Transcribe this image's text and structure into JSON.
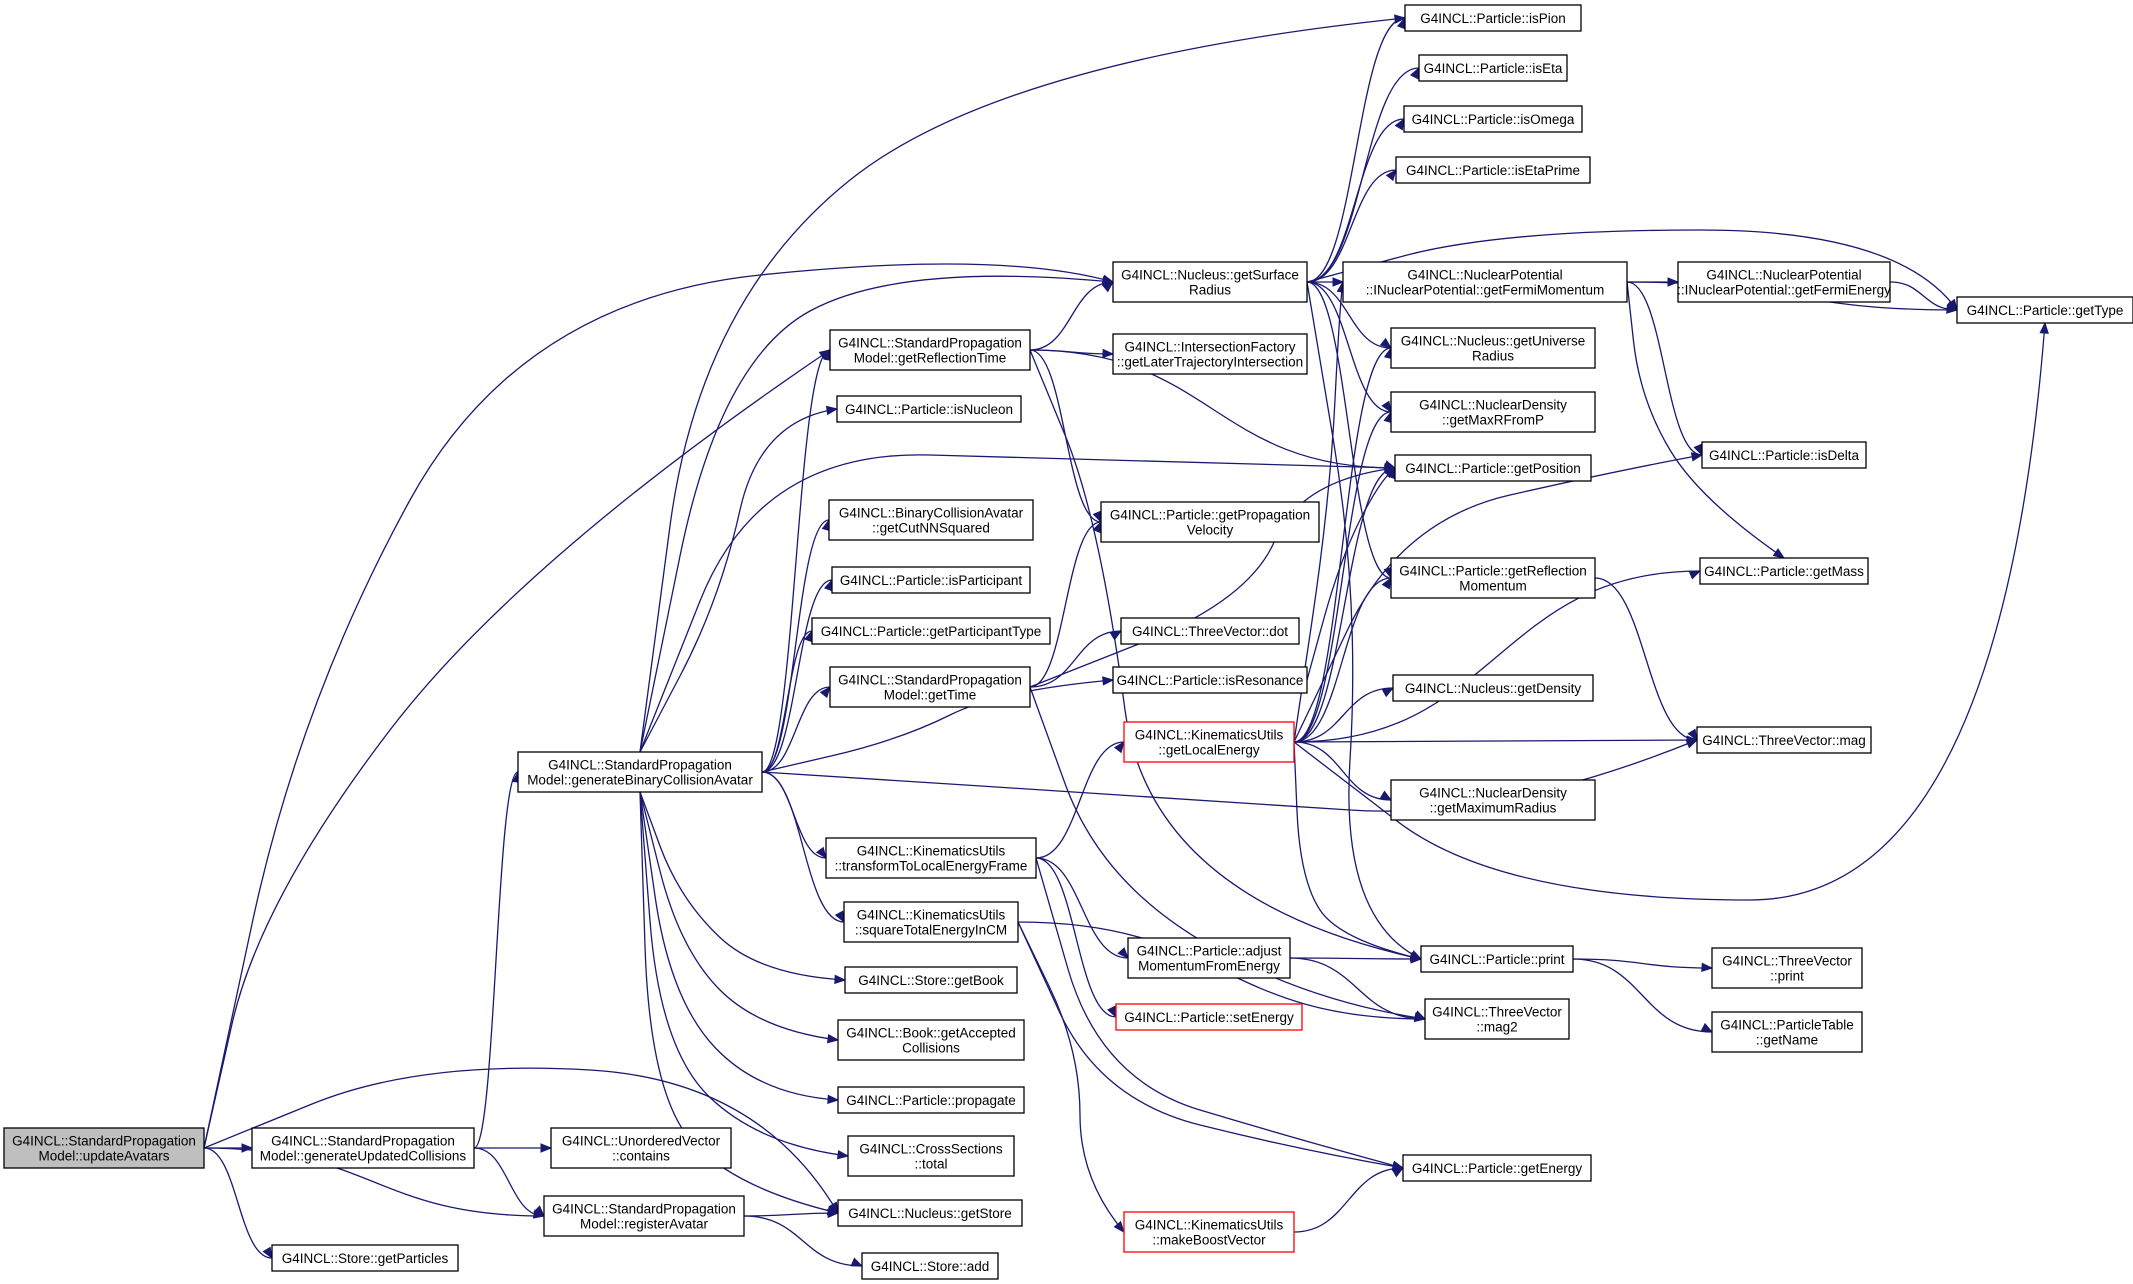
{
  "graph": {
    "colors": {
      "edge": "#191970",
      "node_border": "#000000",
      "truncated_border": "#ff0000",
      "root_fill": "#bfbfbf",
      "background": "#ffffff"
    },
    "nodes": [
      {
        "id": "root",
        "lines": [
          "G4INCL::StandardPropagation",
          "Model::updateAvatars"
        ],
        "root": true
      },
      {
        "id": "genUpd",
        "lines": [
          "G4INCL::StandardPropagation",
          "Model::generateUpdatedCollisions"
        ]
      },
      {
        "id": "getParticles",
        "lines": [
          "G4INCL::Store::getParticles"
        ]
      },
      {
        "id": "genBin",
        "lines": [
          "G4INCL::StandardPropagation",
          "Model::generateBinaryCollisionAvatar"
        ]
      },
      {
        "id": "uvContains",
        "lines": [
          "G4INCL::UnorderedVector",
          "::contains"
        ]
      },
      {
        "id": "regAvatar",
        "lines": [
          "G4INCL::StandardPropagation",
          "Model::registerAvatar"
        ]
      },
      {
        "id": "nucGetStore",
        "lines": [
          "G4INCL::Nucleus::getStore"
        ]
      },
      {
        "id": "storeAdd",
        "lines": [
          "G4INCL::Store::add"
        ]
      },
      {
        "id": "getReflTime",
        "lines": [
          "G4INCL::StandardPropagation",
          "Model::getReflectionTime"
        ]
      },
      {
        "id": "isNucleon",
        "lines": [
          "G4INCL::Particle::isNucleon"
        ]
      },
      {
        "id": "getCutNN",
        "lines": [
          "G4INCL::BinaryCollisionAvatar",
          "::getCutNNSquared"
        ]
      },
      {
        "id": "isParticipant",
        "lines": [
          "G4INCL::Particle::isParticipant"
        ]
      },
      {
        "id": "getPartType",
        "lines": [
          "G4INCL::Particle::getParticipantType"
        ]
      },
      {
        "id": "getTime",
        "lines": [
          "G4INCL::StandardPropagation",
          "Model::getTime"
        ]
      },
      {
        "id": "transformLocal",
        "lines": [
          "G4INCL::KinematicsUtils",
          "::transformToLocalEnergyFrame"
        ]
      },
      {
        "id": "squareTotal",
        "lines": [
          "G4INCL::KinematicsUtils",
          "::squareTotalEnergyInCM"
        ]
      },
      {
        "id": "storeGetBook",
        "lines": [
          "G4INCL::Store::getBook"
        ]
      },
      {
        "id": "bookAccepted",
        "lines": [
          "G4INCL::Book::getAccepted",
          "Collisions"
        ]
      },
      {
        "id": "propagate",
        "lines": [
          "G4INCL::Particle::propagate"
        ]
      },
      {
        "id": "csTotal",
        "lines": [
          "G4INCL::CrossSections",
          "::total"
        ]
      },
      {
        "id": "nucSurface",
        "lines": [
          "G4INCL::Nucleus::getSurface",
          "Radius"
        ]
      },
      {
        "id": "laterTraj",
        "lines": [
          "G4INCL::IntersectionFactory",
          "::getLaterTrajectoryIntersection"
        ]
      },
      {
        "id": "propVel",
        "lines": [
          "G4INCL::Particle::getPropagation",
          "Velocity"
        ]
      },
      {
        "id": "tvDot",
        "lines": [
          "G4INCL::ThreeVector::dot"
        ]
      },
      {
        "id": "isResonance",
        "lines": [
          "G4INCL::Particle::isResonance"
        ]
      },
      {
        "id": "getLocalEnergy",
        "lines": [
          "G4INCL::KinematicsUtils",
          "::getLocalEnergy"
        ],
        "truncated": true
      },
      {
        "id": "adjustMom",
        "lines": [
          "G4INCL::Particle::adjust",
          "MomentumFromEnergy"
        ]
      },
      {
        "id": "setEnergy",
        "lines": [
          "G4INCL::Particle::setEnergy"
        ],
        "truncated": true
      },
      {
        "id": "boostVec",
        "lines": [
          "G4INCL::KinematicsUtils",
          "::makeBoostVector"
        ],
        "truncated": true
      },
      {
        "id": "isPion",
        "lines": [
          "G4INCL::Particle::isPion"
        ]
      },
      {
        "id": "isEta",
        "lines": [
          "G4INCL::Particle::isEta"
        ]
      },
      {
        "id": "isOmega",
        "lines": [
          "G4INCL::Particle::isOmega"
        ]
      },
      {
        "id": "isEtaPrime",
        "lines": [
          "G4INCL::Particle::isEtaPrime"
        ]
      },
      {
        "id": "fermiMom",
        "lines": [
          "G4INCL::NuclearPotential",
          "::INuclearPotential::getFermiMomentum"
        ]
      },
      {
        "id": "univRadius",
        "lines": [
          "G4INCL::Nucleus::getUniverse",
          "Radius"
        ]
      },
      {
        "id": "maxRFromP",
        "lines": [
          "G4INCL::NuclearDensity",
          "::getMaxRFromP"
        ]
      },
      {
        "id": "getPosition",
        "lines": [
          "G4INCL::Particle::getPosition"
        ]
      },
      {
        "id": "reflMom",
        "lines": [
          "G4INCL::Particle::getReflection",
          "Momentum"
        ]
      },
      {
        "id": "getDensity",
        "lines": [
          "G4INCL::Nucleus::getDensity"
        ]
      },
      {
        "id": "maxRadius",
        "lines": [
          "G4INCL::NuclearDensity",
          "::getMaximumRadius"
        ]
      },
      {
        "id": "print",
        "lines": [
          "G4INCL::Particle::print"
        ]
      },
      {
        "id": "mag2",
        "lines": [
          "G4INCL::ThreeVector",
          "::mag2"
        ]
      },
      {
        "id": "getEnergy",
        "lines": [
          "G4INCL::Particle::getEnergy"
        ]
      },
      {
        "id": "fermiEnergy",
        "lines": [
          "G4INCL::NuclearPotential",
          "::INuclearPotential::getFermiEnergy"
        ]
      },
      {
        "id": "getType",
        "lines": [
          "G4INCL::Particle::getType"
        ]
      },
      {
        "id": "isDelta",
        "lines": [
          "G4INCL::Particle::isDelta"
        ]
      },
      {
        "id": "getMass",
        "lines": [
          "G4INCL::Particle::getMass"
        ]
      },
      {
        "id": "tvMag",
        "lines": [
          "G4INCL::ThreeVector::mag"
        ]
      },
      {
        "id": "tvPrint",
        "lines": [
          "G4INCL::ThreeVector",
          "::print"
        ]
      },
      {
        "id": "ptGetName",
        "lines": [
          "G4INCL::ParticleTable",
          "::getName"
        ]
      }
    ]
  }
}
